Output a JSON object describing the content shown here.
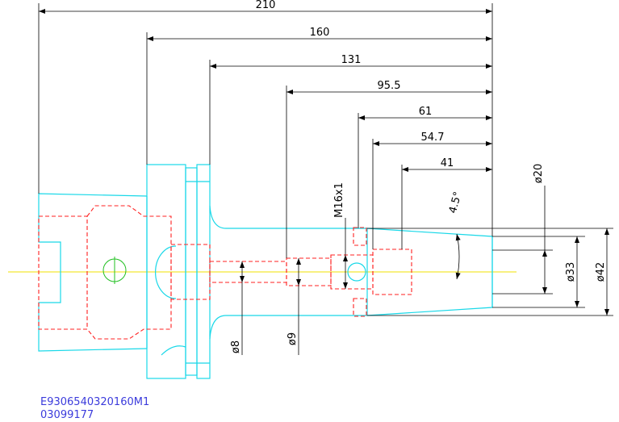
{
  "dimensions": {
    "overall_length": "210",
    "length_160": "160",
    "length_131": "131",
    "length_95_5": "95.5",
    "length_61": "61",
    "length_54_7": "54.7",
    "length_41": "41"
  },
  "diameters": {
    "d20": "ø20",
    "d33": "ø33",
    "d42": "ø42",
    "d8": "ø8",
    "d9": "ø9"
  },
  "annotations": {
    "thread": "M16x1",
    "taper_angle": "4.5°"
  },
  "part_numbers": {
    "line1": "E9306540320160M1",
    "line2": "03099177"
  },
  "colors": {
    "outline": "#19d8e8",
    "hidden": "#ff2020",
    "dimension": "#000000",
    "centerline": "#f0e000",
    "part_number": "#3b3bdc"
  }
}
